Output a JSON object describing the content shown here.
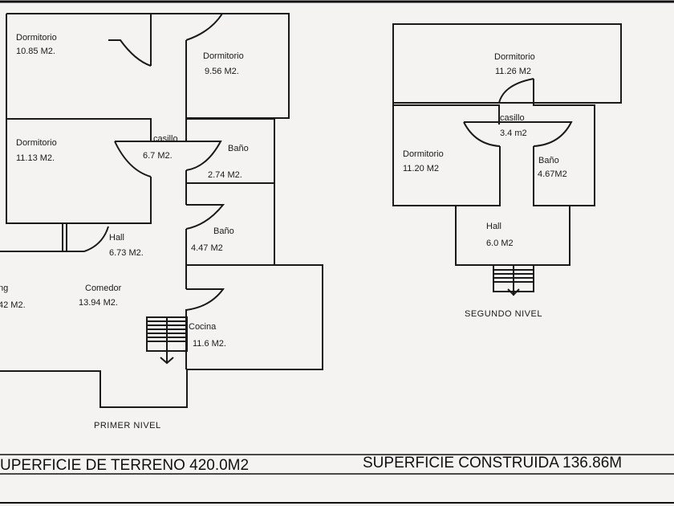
{
  "primer_nivel": {
    "title": "PRIMER NIVEL",
    "rooms": [
      {
        "name": "Dormitorio",
        "area": "10.85 M2."
      },
      {
        "name": "Dormitorio",
        "area": "9.56 M2."
      },
      {
        "name": "Dormitorio",
        "area": "11.13 M2."
      },
      {
        "name": "casillo",
        "area": "6.7 M2."
      },
      {
        "name": "Baño",
        "area": "2.74 M2."
      },
      {
        "name": "Hall",
        "area": "6.73 M2."
      },
      {
        "name": "Baño",
        "area": "4.47 M2"
      },
      {
        "name": "ng",
        "area": "42 M2."
      },
      {
        "name": "Comedor",
        "area": "13.94 M2."
      },
      {
        "name": "Cocina",
        "area": "11.6 M2."
      }
    ]
  },
  "segundo_nivel": {
    "title": "SEGUNDO NIVEL",
    "rooms": [
      {
        "name": "Dormitorio",
        "area": "11.26 M2"
      },
      {
        "name": "casillo",
        "area": "3.4 m2"
      },
      {
        "name": "Dormitorio",
        "area": "11.20 M2"
      },
      {
        "name": "Baño",
        "area": "4.67M2"
      },
      {
        "name": "Hall",
        "area": "6.0 M2"
      }
    ]
  },
  "footer": {
    "terreno": "UPERFICIE DE TERRENO 420.0M2",
    "construida": "SUPERFICIE CONSTRUIDA 136.86M"
  }
}
